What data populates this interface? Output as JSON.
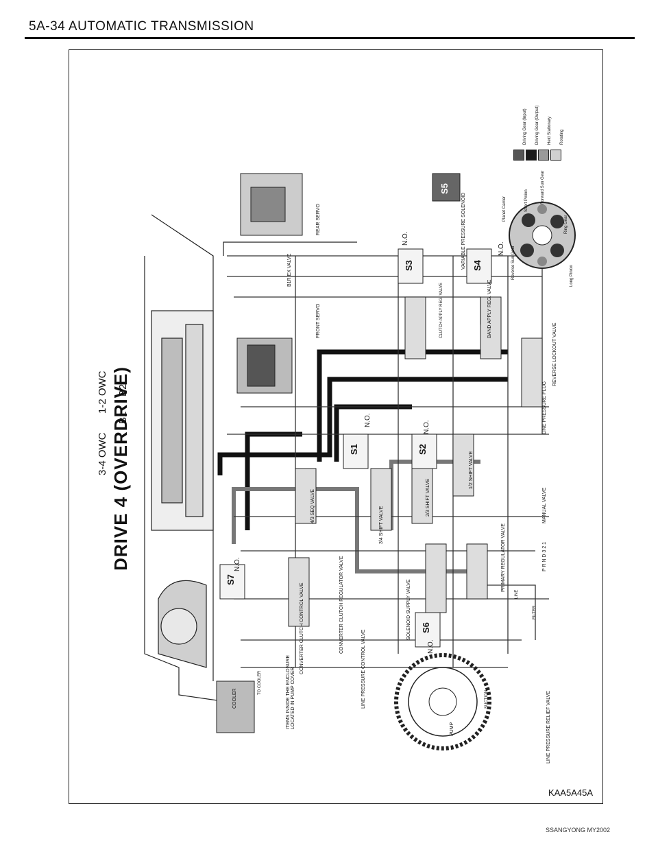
{
  "header": {
    "title": "5A-34  AUTOMATIC TRANSMISSION"
  },
  "diagram": {
    "title": "DRIVE  4  (OVERDRIVE)",
    "id": "KAA5A45A",
    "labels": {
      "owc34": "3-4 OWC",
      "owc12": "1-2 OWC",
      "b1": "B1",
      "b2": "B2",
      "b1r_ex": "B1R EX VALVE",
      "rear_servo": "REAR SERVO",
      "front_servo": "FRONT SERVO",
      "seq43": "4/3 SEQ VALVE",
      "shift34": "3/4 SHIFT VALVE",
      "shift23": "2/3 SHIFT VALVE",
      "shift12": "1/2 SHIFT VALVE",
      "cc_control": "CONVERTER CLUTCH CONTROL VALVE",
      "cc_regulator": "CONVERTER CLUTCH REGULATOR VALVE",
      "solenoid_supply": "SOLENOID SUPPLY VALVE",
      "primary_reg": "PRIMARY REGULATOR VALVE",
      "manual": "MANUAL VALVE",
      "line_plug": "LINE PRESSURE PLUG",
      "reverse_lockout": "REVERSE LOCKOUT VALVE",
      "band_apply": "BAND APPLY REG. VALVE",
      "clutch_apply": "CLUTCH APPLY REG. VALVE",
      "vps": "VARIABLE PRESSURE SOLENOID",
      "pump": "PUMP",
      "suction": "SUCTION",
      "filter": "FILTER",
      "line": "LINE",
      "lp_control": "LINE PRESSURE CONTROL VALVE",
      "lp_relief": "LINE PRESSURE RELIEF VALVE",
      "items_inside": "ITEMS INSIDE THE ENCLOSURE LOCATED IN PUMP COVER",
      "cooler": "COOLER",
      "to_cooler": "TO COOLER",
      "planet_carrier": "Planet Carrier",
      "short_pinion": "Short Pinion",
      "forward_sun": "Forward Sun Gear",
      "ring_gear": "Ring Gear",
      "long_pinion": "Long Pinion",
      "reverse_sun": "Reverse Sun Gear",
      "no": "N.O."
    },
    "solenoids": [
      "S1",
      "S2",
      "S3",
      "S4",
      "S5",
      "S6",
      "S7"
    ],
    "manual_positions": "P R N D 3 2 1",
    "legend": [
      {
        "label": "Driving Gear (Input)",
        "color": "#555555"
      },
      {
        "label": "Driving Gear (Output)",
        "color": "#1a1a1a"
      },
      {
        "label": "Held Stationary",
        "color": "#9a9a9a"
      },
      {
        "label": "Rotating",
        "color": "#d0d0d0"
      }
    ]
  },
  "footer": {
    "text": "SSANGYONG MY2002"
  }
}
